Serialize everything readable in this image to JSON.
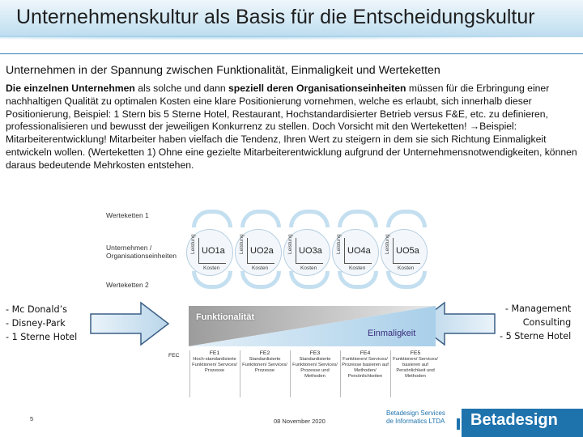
{
  "slide": {
    "title": "Unternehmenskultur als Basis für die Entscheidungskultur",
    "subtitle": "Unternehmen in der Spannung zwischen Funktionalität, Einmaligkeit und Werteketten",
    "paragraph": {
      "b1": "Die einzelnen Unternehmen",
      "t1": " als solche und dann ",
      "b2": "speziell deren Organisationseinheiten",
      "t2": " müssen für die Erbringung einer nachhaltigen Qualität zu optimalen Kosten eine klare Positionierung vornehmen, welche es erlaubt, sich innerhalb dieser Positionierung, Beispiel: 1 Stern bis 5 Sterne Hotel, Restaurant, Hochstandardisierter Betrieb versus F&E, etc. zu definieren, professionalisieren und bewusst der jeweiligen Konkurrenz zu stellen. Doch Vorsicht mit den Werteketten! ",
      "arrow": "→",
      "t3": "Beispiel: Mitarbeiterentwicklung! Mitarbeiter haben vielfach die Tendenz, Ihren Wert zu steigern in dem sie sich Richtung Einmaligkeit entwickeln wollen. (Werteketten 1) Ohne eine gezielte Mitarbeiterentwicklung aufgrund der Unternehmensnotwendigkeiten, können daraus bedeutende Mehrkosten entstehen."
    }
  },
  "diagram": {
    "label_wk1": "Werteketten 1",
    "label_uo_1": "Unternehmen /",
    "label_uo_2": "Organisationseinheiten",
    "label_wk2": "Werteketten 2",
    "axis_y": "Leistung",
    "axis_x": "Kosten",
    "units": [
      "UO1a",
      "UO2a",
      "UO3a",
      "UO4a",
      "UO5a"
    ]
  },
  "left_list": [
    "- Mc Donald’s",
    "- Disney-Park",
    "- 1 Sterne Hotel"
  ],
  "right_list": [
    "- Management",
    "Consulting",
    "- 5 Sterne Hotel"
  ],
  "wedge": {
    "label_functional": "Funktionalität",
    "label_unique": "Einmaligkeit"
  },
  "fe": {
    "fec": "FEC",
    "items": [
      {
        "head": "FE1",
        "desc": "Hoch-standardisierte Funktionen/ Services/ Prozesse"
      },
      {
        "head": "FE2",
        "desc": "Standardisierte Funktionen/ Services/ Prozesse"
      },
      {
        "head": "FE3",
        "desc": "Standardisierte Funktionen/ Services/ Prozesse und Methoden"
      },
      {
        "head": "FE4",
        "desc": "Funktionen/ Services/ Prozesse basieren auf Methoden/ Persönlichkeiten"
      },
      {
        "head": "FE5",
        "desc": "Funktionen/ Services/ basieren auf Persönlichkeit und Methoden"
      }
    ]
  },
  "footer": {
    "page_number": "5",
    "date": "08 November 2020",
    "brand_small_1": "Betadesign Services",
    "brand_small_2": "de Informatics LTDA",
    "brand": "Betadesign"
  },
  "colors": {
    "accent_blue": "#1f73ad",
    "arc_blue": "#c3dff0",
    "wedge_gray": "#a9a9a9",
    "wedge_blue": "#b9d8ee"
  }
}
